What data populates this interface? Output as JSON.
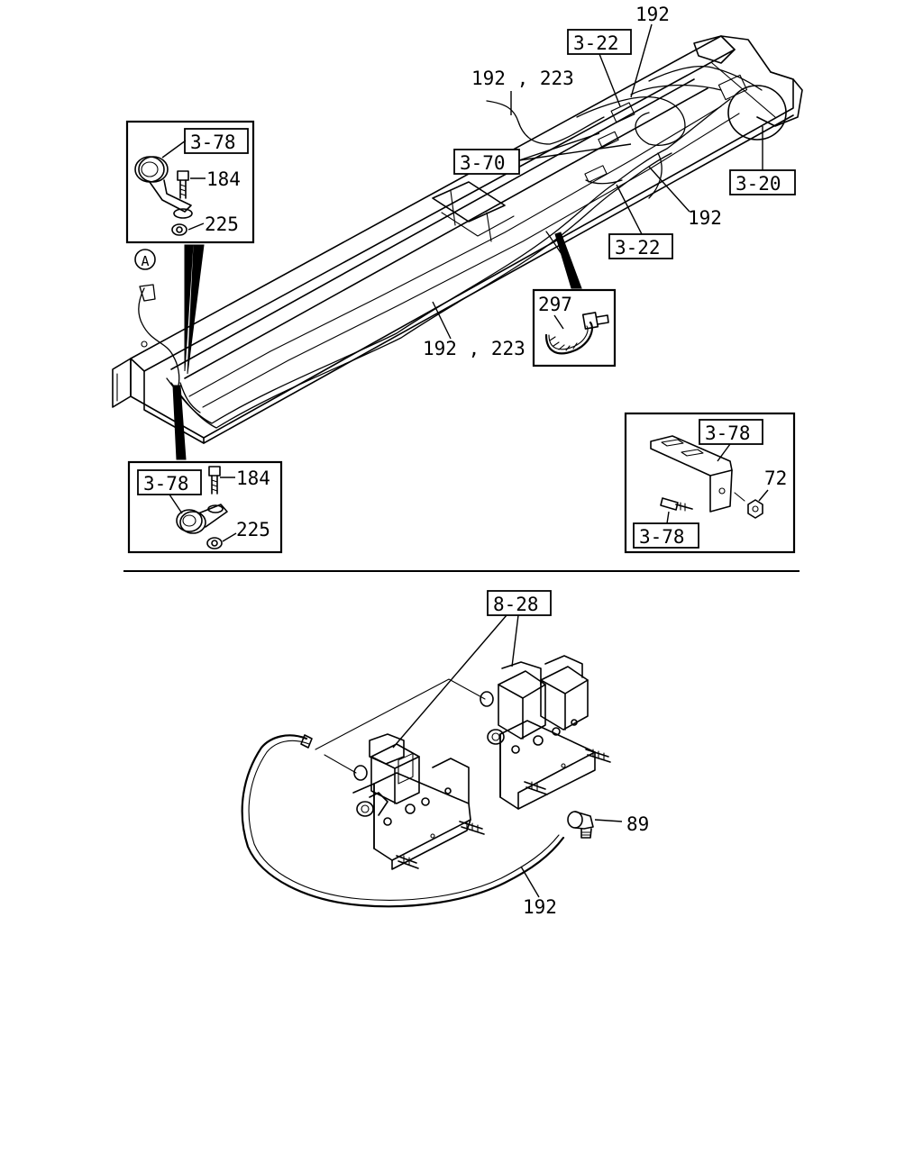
{
  "callouts": {
    "ref_3_22_top": "3-22",
    "ref_3_22_mid": "3-22",
    "ref_3_70": "3-70",
    "ref_3_20": "3-20",
    "ref_3_78_topleft": "3-78",
    "ref_3_78_bottomleft": "3-78",
    "ref_3_78_right_top": "3-78",
    "ref_3_78_right_bottom": "3-78",
    "ref_8_28": "8-28"
  },
  "part_numbers": {
    "p192_top": "192",
    "p192_223_top": "192 , 223",
    "p192_right": "192",
    "p192_223_mid": "192 , 223",
    "p297": "297",
    "p184_upper": "184",
    "p225_upper": "225",
    "p184_lower": "184",
    "p225_lower": "225",
    "p72": "72",
    "p89": "89",
    "p192_bottom": "192"
  },
  "markers": {
    "view_a": "A"
  }
}
